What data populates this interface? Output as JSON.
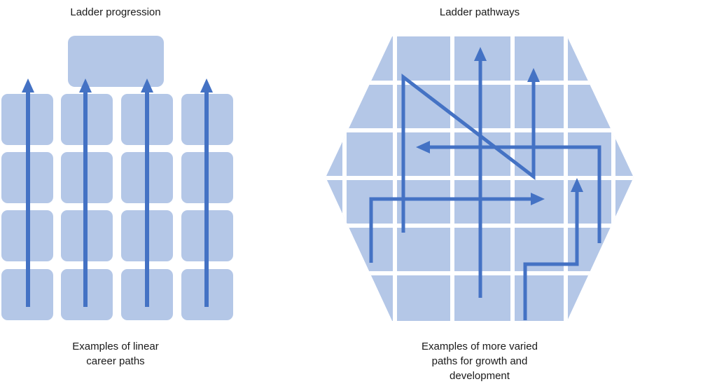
{
  "left_panel": {
    "title": "Ladder progression",
    "caption": "Examples of linear\ncareer paths"
  },
  "right_panel": {
    "title": "Ladder pathways",
    "caption": "Examples of more varied\npaths for growth and\ndevelopment"
  },
  "colors": {
    "tile": "#b4c7e7",
    "arrow": "#4472c4",
    "background": "#ffffff",
    "text": "#1a1a1a"
  }
}
